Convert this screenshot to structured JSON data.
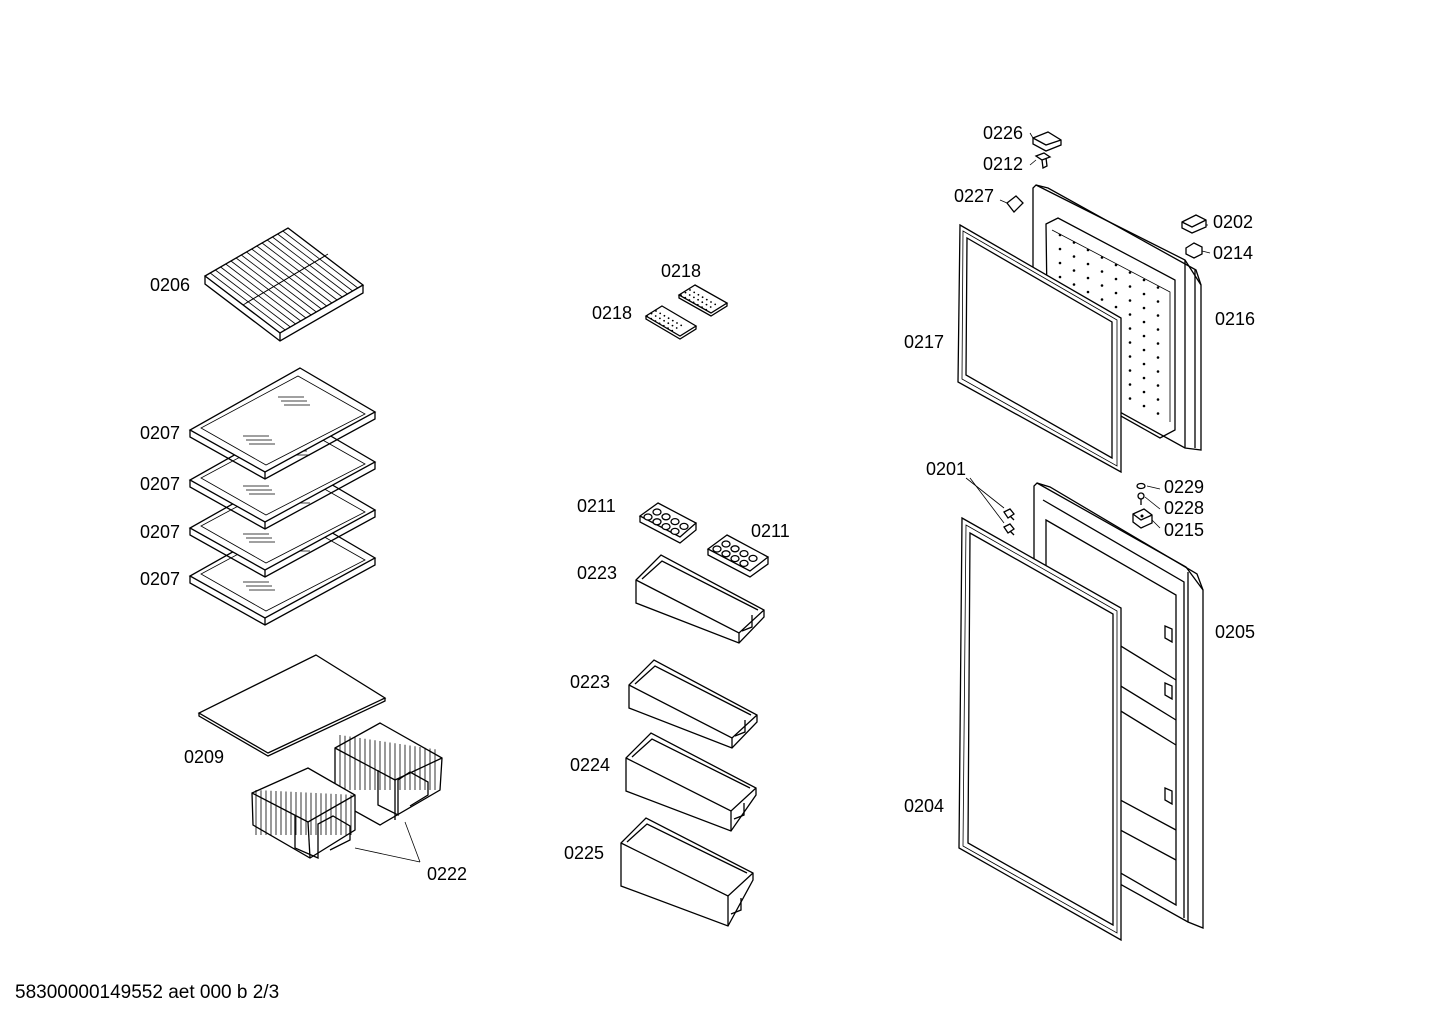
{
  "labels": {
    "l0206": "0206",
    "l0207a": "0207",
    "l0207b": "0207",
    "l0207c": "0207",
    "l0207d": "0207",
    "l0209": "0209",
    "l0222": "0222",
    "l0218a": "0218",
    "l0218b": "0218",
    "l0211a": "0211",
    "l0211b": "0211",
    "l0223a": "0223",
    "l0223b": "0223",
    "l0224": "0224",
    "l0225": "0225",
    "l0226": "0226",
    "l0212": "0212",
    "l0227": "0227",
    "l0202": "0202",
    "l0214": "0214",
    "l0216": "0216",
    "l0217": "0217",
    "l0201": "0201",
    "l0229": "0229",
    "l0228": "0228",
    "l0215": "0215",
    "l0205": "0205",
    "l0204": "0204"
  },
  "footer": "58300000149552 aet 000 b 2/3"
}
